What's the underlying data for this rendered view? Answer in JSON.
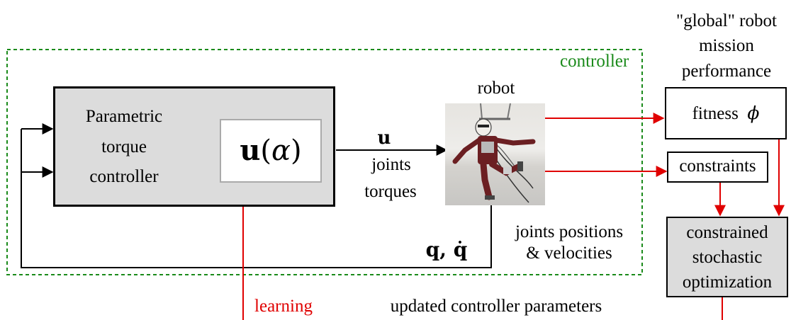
{
  "controller_label": "controller",
  "parametric_block": {
    "lines": [
      "Parametric",
      "torque",
      "controller"
    ]
  },
  "u_alpha": {
    "u": "u",
    "open": "(",
    "alpha": "α",
    "close": ")"
  },
  "u_label": "u",
  "joints_torques": [
    "joints",
    "torques"
  ],
  "robot_label": "robot",
  "q_qdot": {
    "q": "q",
    "sep": ",",
    "qdot": "q̇"
  },
  "joints_positions": [
    "joints positions",
    "& velocities"
  ],
  "global_perf": [
    "\"global\" robot",
    "mission",
    "performance"
  ],
  "fitness": {
    "label": "fitness",
    "symbol": "ϕ"
  },
  "constraints": "constraints",
  "optimizer": [
    "constrained",
    "stochastic",
    "optimization"
  ],
  "learning": "learning",
  "updated_params": "updated controller parameters",
  "colors": {
    "controller_border": "#1a8a1a",
    "signal": "#e00000",
    "block_fill": "#dcdcdc"
  }
}
